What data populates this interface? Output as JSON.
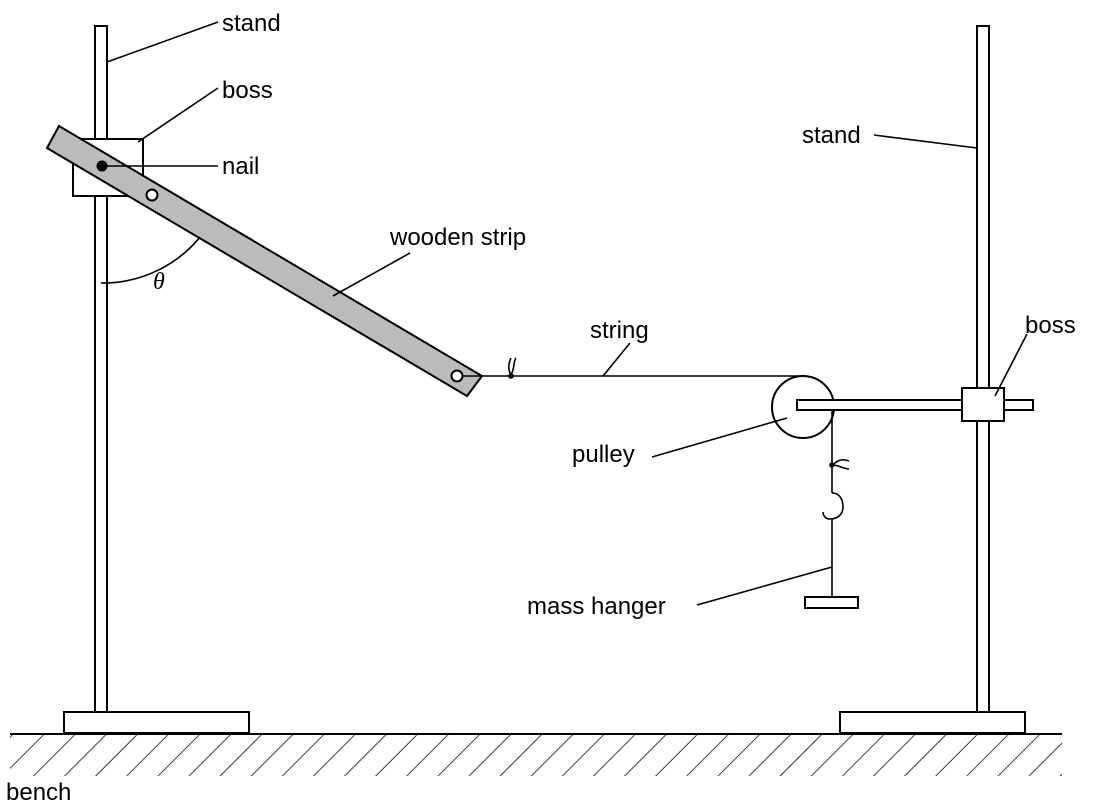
{
  "labels": {
    "stand_left": "stand",
    "boss_left": "boss",
    "nail": "nail",
    "wooden_strip": "wooden strip",
    "theta": "θ",
    "string": "string",
    "stand_right": "stand",
    "boss_right": "boss",
    "pulley": "pulley",
    "mass_hanger": "mass hanger",
    "bench": "bench"
  },
  "colors": {
    "strip_fill": "#bbbbbb",
    "ink": "#000000",
    "background": "#ffffff"
  }
}
